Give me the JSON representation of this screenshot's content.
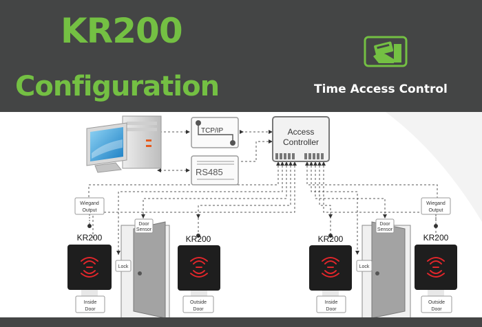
{
  "header": {
    "title_line1": "KR200",
    "title_line2": "Configuration",
    "badge_label": "Time Access Control",
    "badge_icon": "card-reader-icon"
  },
  "diagram": {
    "tcpip_label": "TCP/IP",
    "rs485_label": "RS485",
    "controller_label_line1": "Access",
    "controller_label_line2": "Controller",
    "left": {
      "wiegand_line1": "Wiegand",
      "wiegand_line2": "Output",
      "reader_in_label": "KR200",
      "inside_line1": "Inside",
      "inside_line2": "Door",
      "door_sensor_line1": "Door",
      "door_sensor_line2": "Sensor",
      "lock_label": "Lock",
      "reader_out_label": "KR200",
      "outside_line1": "Outside",
      "outside_line2": "Door"
    },
    "right": {
      "wiegand_line1": "Wiegand",
      "wiegand_line2": "Output",
      "reader_in_label": "KR200",
      "inside_line1": "Inside",
      "inside_line2": "Door",
      "door_sensor_line1": "Door",
      "door_sensor_line2": "Sensor",
      "lock_label": "Lock",
      "reader_out_label": "KR200",
      "outside_line1": "Outside",
      "outside_line2": "Door"
    },
    "colors": {
      "reader_body": "#1e1e1e",
      "rfid_waves": "#e1262b",
      "door": "#a3a3a3",
      "accent_green": "#74c043"
    }
  }
}
